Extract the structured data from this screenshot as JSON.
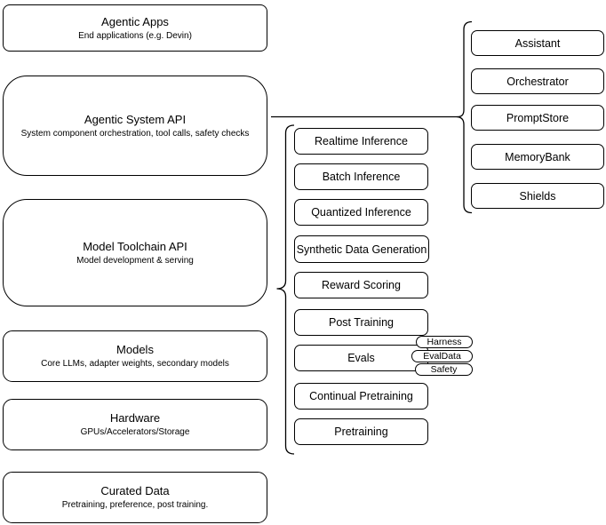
{
  "diagram_title": "Agentic system stack diagram",
  "colors": {
    "stroke": "#000000",
    "fill": "#ffffff",
    "background": "#ffffff"
  },
  "layers": [
    {
      "title": "Agentic Apps",
      "subtitle": "End applications (e.g. Devin)"
    },
    {
      "title": "Agentic System API",
      "subtitle": "System component orchestration, tool calls, safety checks"
    },
    {
      "title": "Model Toolchain API",
      "subtitle": "Model development & serving"
    },
    {
      "title": "Models",
      "subtitle": "Core LLMs, adapter weights, secondary models"
    },
    {
      "title": "Hardware",
      "subtitle": "GPUs/Accelerators/Storage"
    },
    {
      "title": "Curated Data",
      "subtitle": "Pretraining, preference, post training."
    }
  ],
  "toolchain_items": [
    {
      "label": "Realtime Inference"
    },
    {
      "label": "Batch Inference"
    },
    {
      "label": "Quantized Inference"
    },
    {
      "label": "Synthetic Data Generation"
    },
    {
      "label": "Reward Scoring"
    },
    {
      "label": "Post Training"
    },
    {
      "label": "Evals"
    },
    {
      "label": "Continual Pretraining"
    },
    {
      "label": "Pretraining"
    }
  ],
  "eval_tags": [
    {
      "label": "Harness"
    },
    {
      "label": "EvalData"
    },
    {
      "label": "Safety"
    }
  ],
  "system_components": [
    {
      "label": "Assistant"
    },
    {
      "label": "Orchestrator"
    },
    {
      "label": "PromptStore"
    },
    {
      "label": "MemoryBank"
    },
    {
      "label": "Shields"
    }
  ],
  "groupings": [
    {
      "from": "Agentic System API",
      "to": "system components group",
      "connector": "line-to-curly-brace"
    },
    {
      "from": "Model Toolchain API",
      "to": "toolchain items group",
      "connector": "curly-brace"
    }
  ]
}
